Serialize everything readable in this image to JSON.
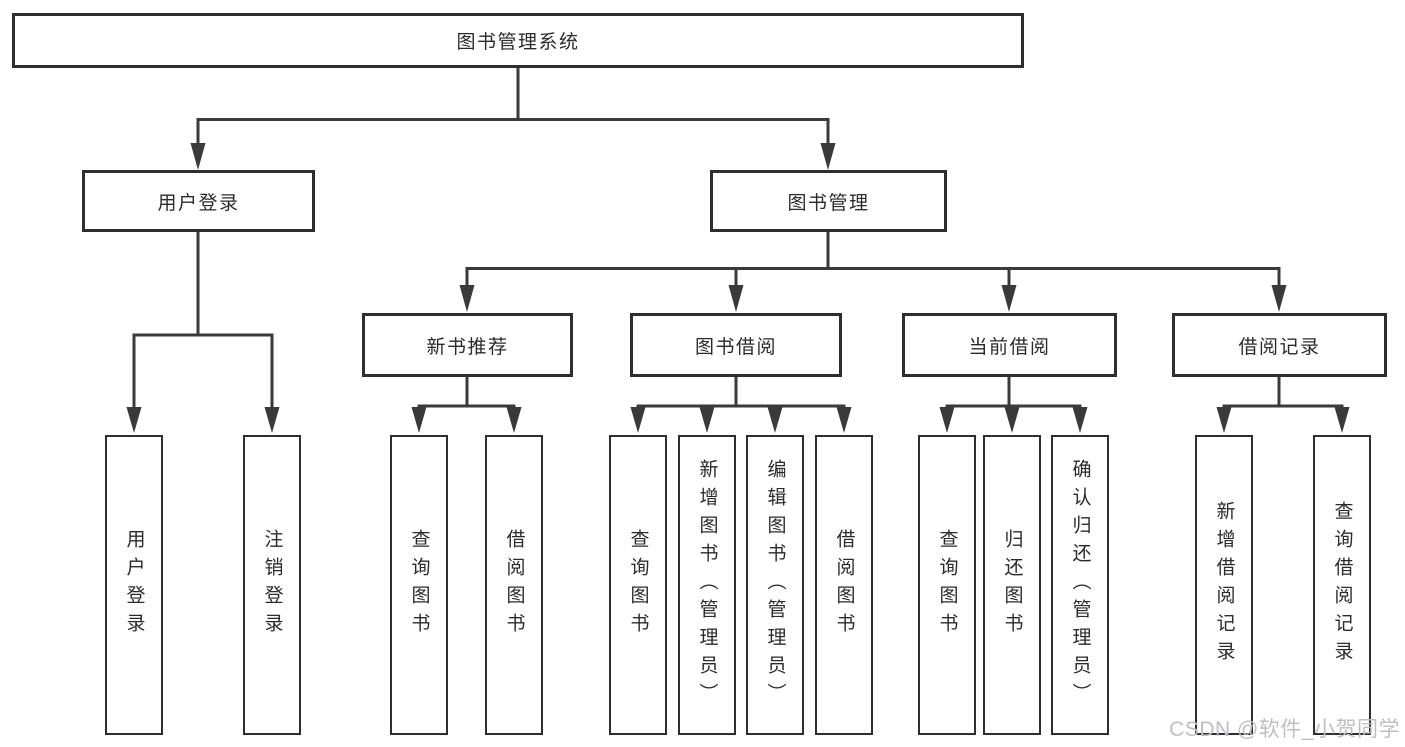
{
  "diagram": {
    "title_note": "function structure tree",
    "root": {
      "label": "图书管理系统"
    },
    "level2": [
      {
        "label": "用户登录"
      },
      {
        "label": "图书管理"
      }
    ],
    "level3": [
      {
        "label": "新书推荐"
      },
      {
        "label": "图书借阅"
      },
      {
        "label": "当前借阅"
      },
      {
        "label": "借阅记录"
      }
    ],
    "leaves": {
      "user_login": [
        "用户登录",
        "注销登录"
      ],
      "new_book": [
        "查询图书",
        "借阅图书"
      ],
      "book_borrow": [
        "查询图书",
        "新增图书（管理员）",
        "编辑图书（管理员）",
        "借阅图书"
      ],
      "current_borrow": [
        "查询图书",
        "归还图书",
        "确认归还（管理员）"
      ],
      "borrow_record": [
        "新增借阅记录",
        "查询借阅记录"
      ]
    }
  },
  "watermark": {
    "text": "CSDN @软件_小贺同学",
    "color": "#bfbfc3"
  },
  "colors": {
    "background": "#ffffff",
    "line": "#3a3a3a",
    "box_border": "#2e2e2e",
    "text": "#2b2b2b"
  }
}
